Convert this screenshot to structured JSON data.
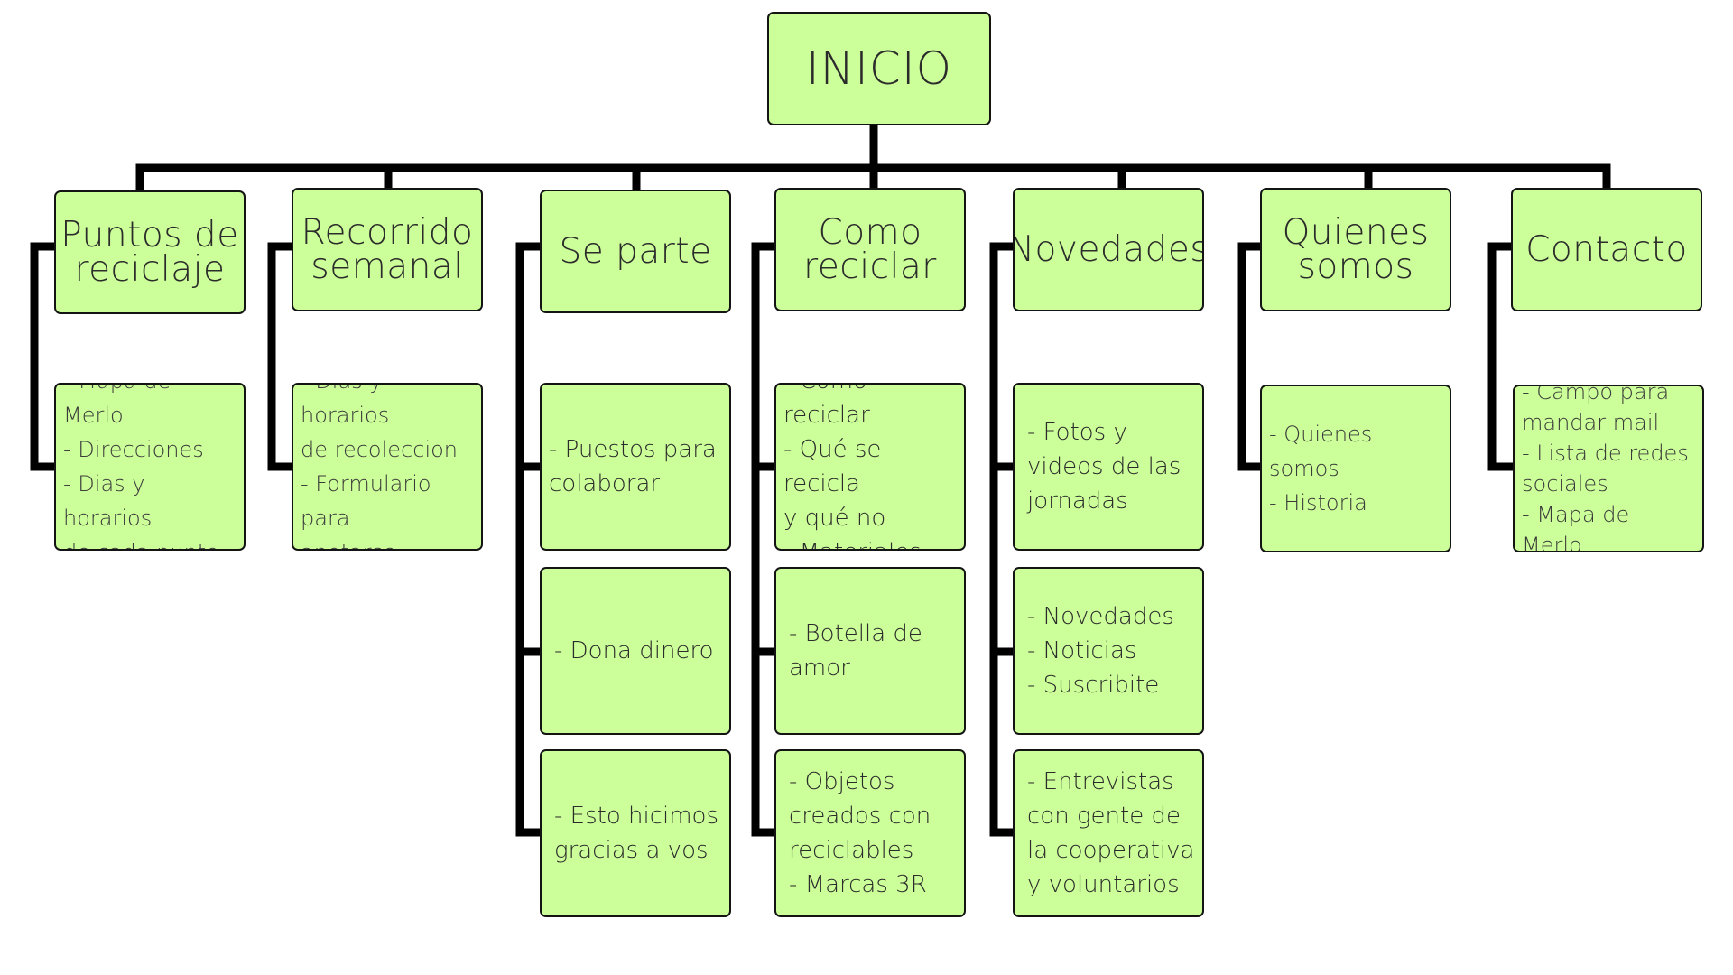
{
  "diagram": {
    "root": "INICIO",
    "columns": [
      {
        "id": "puntos",
        "title": "Puntos de\nreciclaje",
        "children": [
          {
            "id": "puntos-1",
            "text": "- Mapa de Merlo\n- Direcciones\n- Dias y horarios\nde cada punto"
          }
        ]
      },
      {
        "id": "recorrido",
        "title": "Recorrido\nsemanal",
        "children": [
          {
            "id": "recorrido-1",
            "text": "- Dias y horarios\nde recoleccion\n- Formulario para\nanotarse"
          }
        ]
      },
      {
        "id": "separte",
        "title": "Se parte",
        "children": [
          {
            "id": "separte-1",
            "text": "- Puestos para\ncolaborar"
          },
          {
            "id": "separte-2",
            "text": "- Dona dinero"
          },
          {
            "id": "separte-3",
            "text": "- Esto hicimos\ngracias a vos"
          }
        ]
      },
      {
        "id": "como",
        "title": "Como\nreciclar",
        "children": [
          {
            "id": "como-1",
            "text": "- Cómo reciclar\n- Qué se recicla\ny qué no\n- Materiales"
          },
          {
            "id": "como-2",
            "text": "- Botella de\namor"
          },
          {
            "id": "como-3",
            "text": "- Objetos\ncreados con\nreciclables\n- Marcas 3R"
          }
        ]
      },
      {
        "id": "novedades",
        "title": "Novedades",
        "children": [
          {
            "id": "novedades-1",
            "text": "- Fotos y\nvideos de las\njornadas"
          },
          {
            "id": "novedades-2",
            "text": "- Novedades\n- Noticias\n- Suscribite"
          },
          {
            "id": "novedades-3",
            "text": "- Entrevistas\ncon gente de\nla cooperativa\ny voluntarios"
          }
        ]
      },
      {
        "id": "quienes",
        "title": "Quienes\nsomos",
        "children": [
          {
            "id": "quienes-1",
            "text": "- Quienes somos\n- Historia"
          }
        ]
      },
      {
        "id": "contacto",
        "title": "Contacto",
        "children": [
          {
            "id": "contacto-1",
            "text": "- Campo para\nmandar mail\n- Lista de redes\nsociales\n- Mapa de Merlo"
          }
        ]
      }
    ]
  }
}
